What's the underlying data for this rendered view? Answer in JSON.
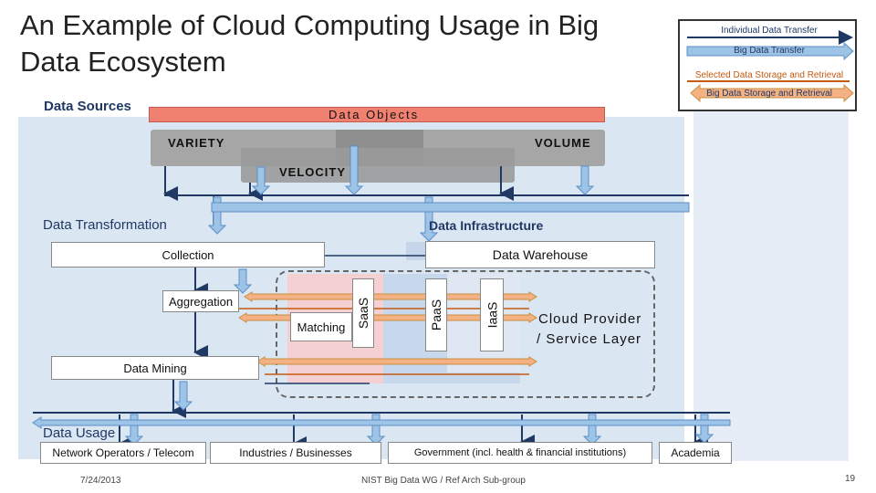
{
  "slide": {
    "title": "An Example of Cloud Computing Usage in Big Data Ecosystem",
    "footer_date": "7/24/2013",
    "footer_center": "NIST Big Data WG / Ref Arch Sub-group",
    "page_number": "19"
  },
  "legend": {
    "individual": "Individual Data Transfer",
    "big": "Big Data Transfer",
    "selected_storage": "Selected Data Storage and Retrieval",
    "big_storage": "Big Data Storage and Retrieval"
  },
  "sources": {
    "label": "Data Sources",
    "objects": "Data Objects",
    "variety": "VARIETY",
    "volume": "VOLUME",
    "velocity": "VELOCITY"
  },
  "transformation": {
    "label": "Data Transformation",
    "collection": "Collection",
    "aggregation": "Aggregation",
    "matching": "Matching",
    "mining": "Data Mining"
  },
  "infrastructure": {
    "label": "Data Infrastructure",
    "warehouse": "Data Warehouse",
    "saas": "SaaS",
    "paas": "PaaS",
    "iaas": "IaaS",
    "cloud_line1": "Cloud Provider",
    "cloud_line2": "/ Service Layer"
  },
  "usage": {
    "label": "Data Usage",
    "network": "Network Operators / Telecom",
    "industries": "Industries / Businesses",
    "government": "Government (incl. health & financial institutions)",
    "academia": "Academia"
  },
  "colors": {
    "individual": "#1f3864",
    "big": "#9dc3e6",
    "selected_storage": "#c55a11",
    "big_storage": "#f4b183",
    "objects_bar": "#f08070",
    "saas_pink": "#f8cbcb"
  }
}
